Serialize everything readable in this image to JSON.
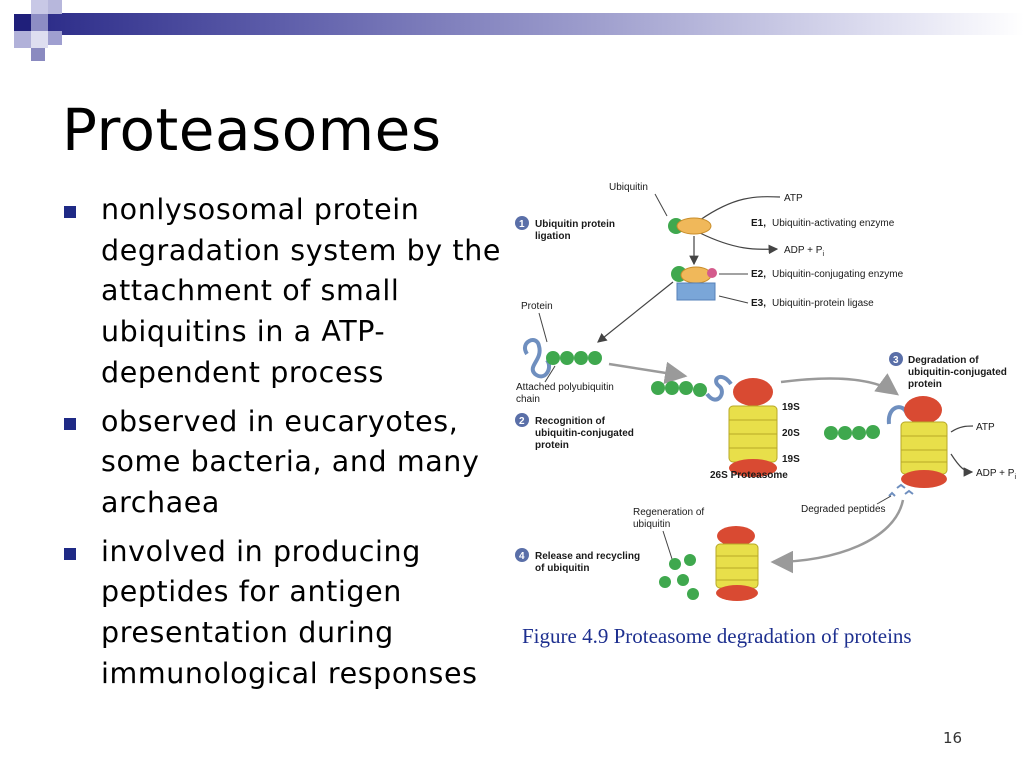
{
  "slide": {
    "title": "Proteasomes",
    "bullets": [
      {
        "text": "nonlysosomal protein degradation system by the attachment of small ubiquitins in a ATP-dependent process"
      },
      {
        "text": "observed in eucaryotes, some bacteria, and many archaea"
      },
      {
        "text": "involved in producing peptides for antigen presentation during immunological responses"
      }
    ],
    "page_number": "16",
    "accent_color": "#1f2a86"
  },
  "figure": {
    "caption": "Figure 4.9 Proteasome degradation of proteins",
    "labels": {
      "ubiquitin": "Ubiquitin",
      "atp_top": "ATP",
      "e1": "E1,",
      "e1_desc": "Ubiquitin-activating enzyme",
      "adp_top": "ADP + P",
      "pi_sub": "i",
      "e2": "E2,",
      "e2_desc": "Ubiquitin-conjugating enzyme",
      "e3": "E3,",
      "e3_desc": "Ubiquitin-protein ligase",
      "protein": "Protein",
      "polyubiquitin_1": "Attached polyubiquitin",
      "polyubiquitin_2": "chain",
      "s19_top": "19S",
      "s20": "20S",
      "s19_bottom": "19S",
      "proteasome_26s": "26S Proteasome",
      "atp_right": "ATP",
      "adp_right": "ADP + P",
      "degraded_peptides": "Degraded peptides",
      "regeneration_1": "Regeneration of",
      "regeneration_2": "ubiquitin"
    },
    "steps": [
      {
        "number": "1",
        "line1": "Ubiquitin protein",
        "line2": "ligation",
        "line3": ""
      },
      {
        "number": "2",
        "line1": "Recognition of",
        "line2": "ubiquitin-conjugated",
        "line3": "protein"
      },
      {
        "number": "3",
        "line1": "Degradation of",
        "line2": "ubiquitin-conjugated",
        "line3": "protein"
      },
      {
        "number": "4",
        "line1": "Release and recycling",
        "line2": "of ubiquitin",
        "line3": ""
      }
    ]
  }
}
